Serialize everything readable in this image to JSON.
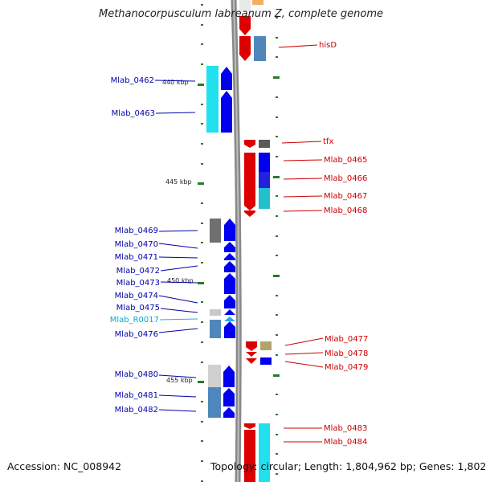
{
  "title": "Methanocorpusculum labreanum Z, complete genome",
  "accession": "Accession: NC_008942",
  "topology": "Topology: circular; Length: 1,804,962 bp; Genes: 1,802",
  "colors": {
    "forward_label": "#cc0000",
    "reverse_label": "#0000aa",
    "rna_label": "#00aacc",
    "backbone": "#888888",
    "ticks": "#2a7a2a"
  },
  "scale_labels": [
    "440 kbp",
    "445 kbp",
    "450 kbp",
    "455 kbp"
  ],
  "forward_genes": [
    "hisD",
    "tfx",
    "Mlab_0465",
    "Mlab_0466",
    "Mlab_0467",
    "Mlab_0468",
    "Mlab_0477",
    "Mlab_0478",
    "Mlab_0479",
    "Mlab_0483",
    "Mlab_0484"
  ],
  "reverse_genes": [
    "Mlab_0462",
    "Mlab_0463",
    "Mlab_0469",
    "Mlab_0470",
    "Mlab_0471",
    "Mlab_0472",
    "Mlab_0473",
    "Mlab_0474",
    "Mlab_0475",
    "Mlab_R0017",
    "Mlab_0476",
    "Mlab_0480",
    "Mlab_0481",
    "Mlab_0482"
  ]
}
